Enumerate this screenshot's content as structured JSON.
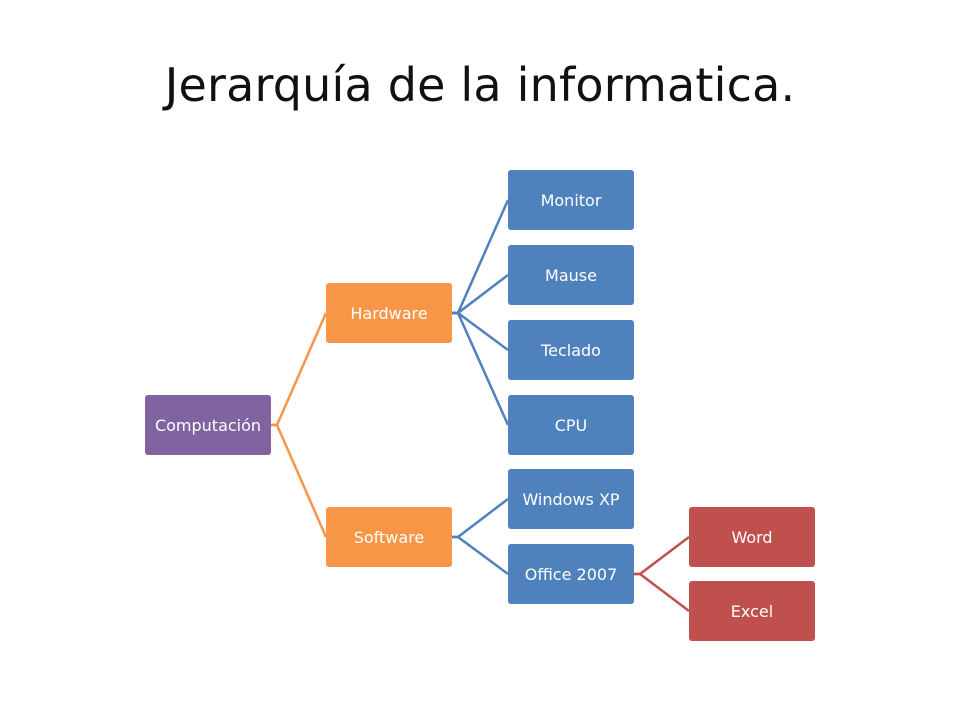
{
  "title": "Jerarquía de la informatica.",
  "colors": {
    "root": "#8064A2",
    "level1": "#F79646",
    "level2": "#4F81BD",
    "level3": "#C0504D",
    "line_level1": "#F79646",
    "line_level2": "#4F81BD",
    "line_level3": "#C0504D"
  },
  "tree": {
    "label": "Computación",
    "children": [
      {
        "label": "Hardware",
        "children": [
          {
            "label": "Monitor"
          },
          {
            "label": "Mause"
          },
          {
            "label": "Teclado"
          },
          {
            "label": "CPU"
          }
        ]
      },
      {
        "label": "Software",
        "children": [
          {
            "label": "Windows XP"
          },
          {
            "label": "Office 2007",
            "children": [
              {
                "label": "Word"
              },
              {
                "label": "Excel"
              }
            ]
          }
        ]
      }
    ]
  }
}
